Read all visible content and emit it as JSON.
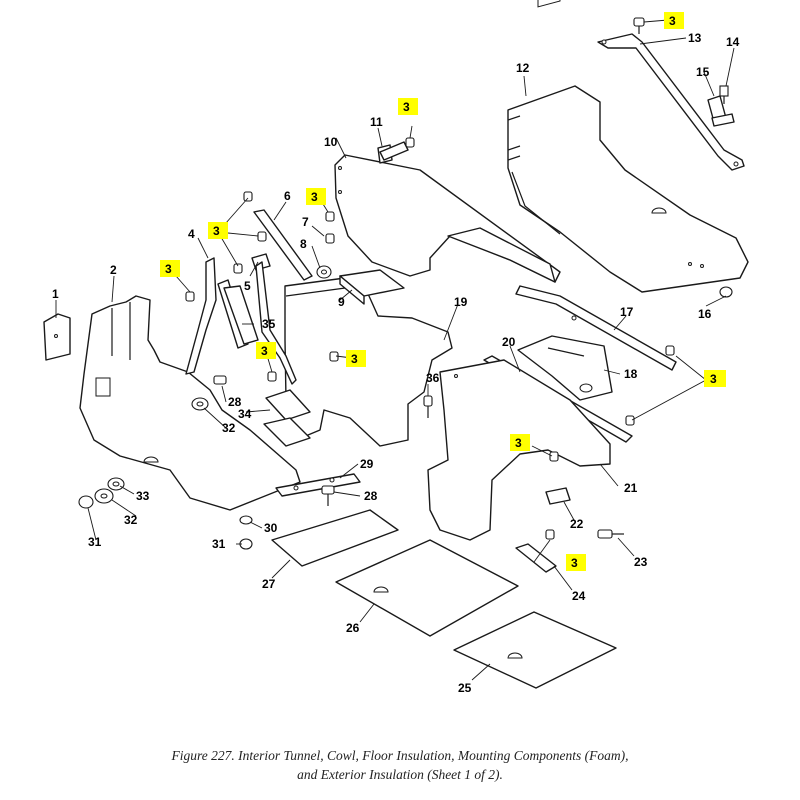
{
  "caption": {
    "line1": "Figure 227.  Interior Tunnel, Cowl, Floor Insulation, Mounting Components (Foam),",
    "line2": "and Exterior Insulation (Sheet 1 of 2)."
  },
  "highlight_color": "#ffff00",
  "callouts": {
    "c1": "1",
    "c2": "2",
    "c3a": "3",
    "c3b": "3",
    "c3c": "3",
    "c3d": "3",
    "c3e": "3",
    "c3f": "3",
    "c3g": "3",
    "c3h": "3",
    "c3i": "3",
    "c3j": "3",
    "c4": "4",
    "c5": "5",
    "c6": "6",
    "c7": "7",
    "c8": "8",
    "c9": "9",
    "c10": "10",
    "c11": "11",
    "c12": "12",
    "c13": "13",
    "c14": "14",
    "c15": "15",
    "c16": "16",
    "c17": "17",
    "c18": "18",
    "c19": "19",
    "c20": "20",
    "c21": "21",
    "c22": "22",
    "c23": "23",
    "c24": "24",
    "c25": "25",
    "c26": "26",
    "c27": "27",
    "c28a": "28",
    "c28b": "28",
    "c29": "29",
    "c30": "30",
    "c31a": "31",
    "c31b": "31",
    "c32a": "32",
    "c32b": "32",
    "c33": "33",
    "c34": "34",
    "c35": "35",
    "c36": "36"
  }
}
